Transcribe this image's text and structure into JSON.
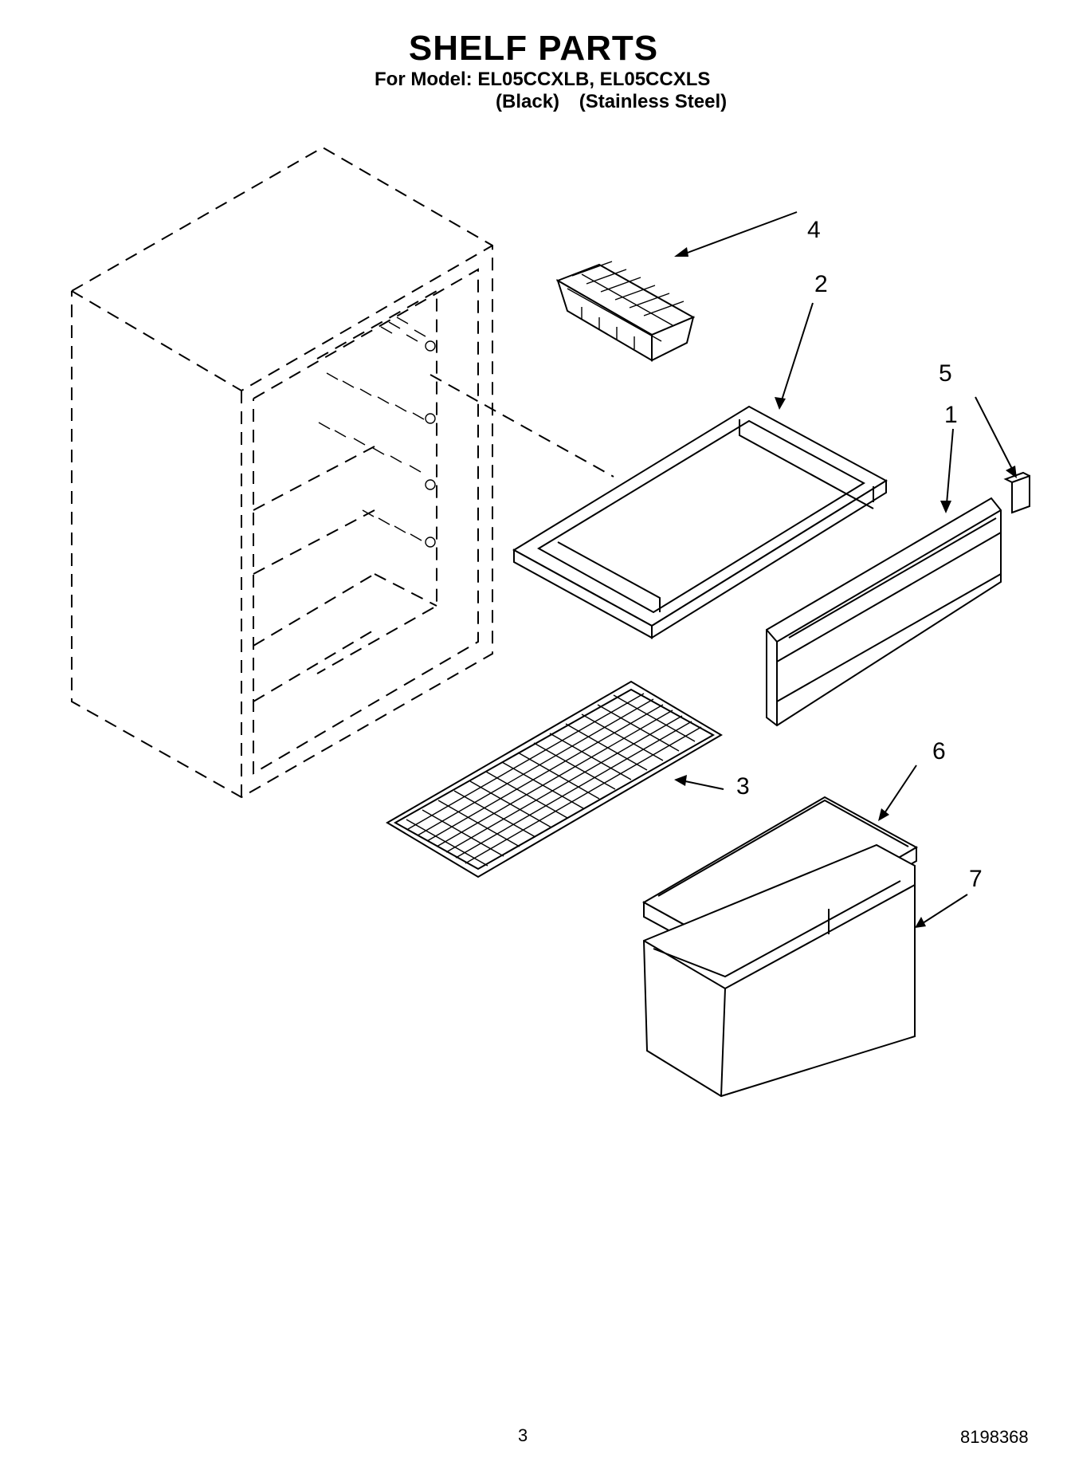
{
  "header": {
    "title": "SHELF PARTS",
    "model_line": "For Model: EL05CCXLB, EL05CCXLS",
    "variant_black": "(Black)",
    "variant_stainless": "(Stainless Steel)"
  },
  "callouts": {
    "c1": "1",
    "c2": "2",
    "c3": "3",
    "c4": "4",
    "c5": "5",
    "c6": "6",
    "c7": "7"
  },
  "footer": {
    "page_number": "3",
    "document_number": "8198368"
  }
}
